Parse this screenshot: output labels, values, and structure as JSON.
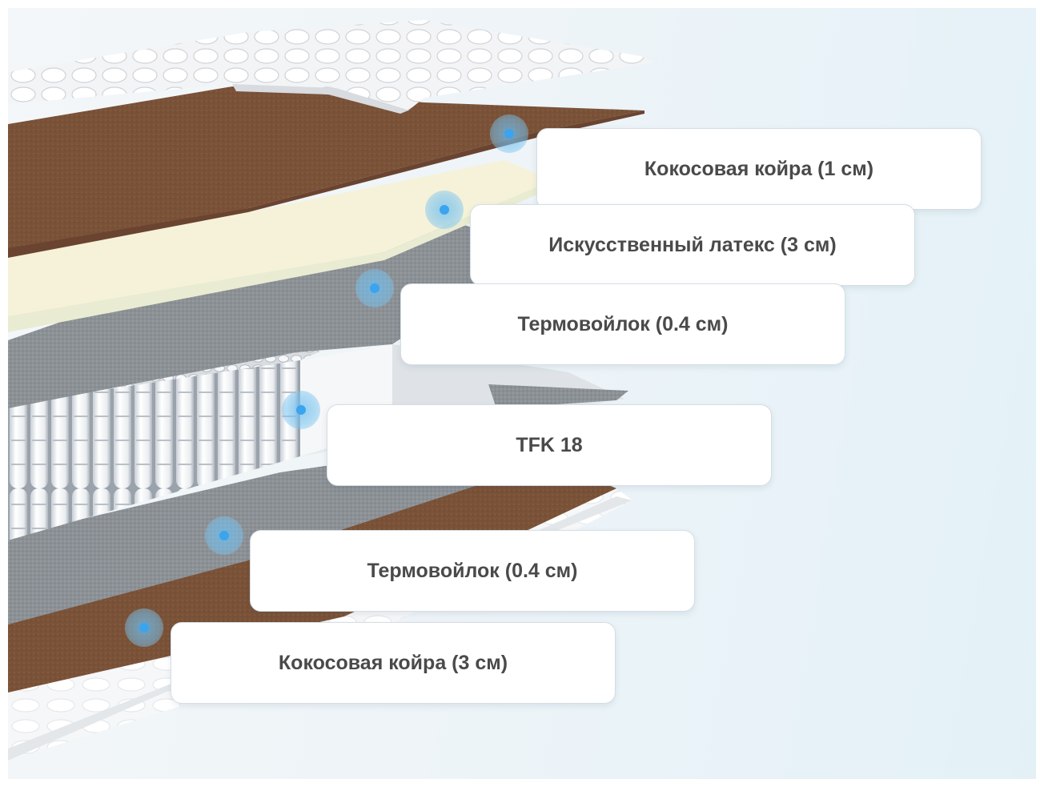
{
  "layers": [
    {
      "id": "coir-top",
      "label": "Кокосовая койра (1 см)"
    },
    {
      "id": "latex",
      "label": "Искусственный латекс (3 см)"
    },
    {
      "id": "felt-top",
      "label": "Термовойлок (0.4 см)"
    },
    {
      "id": "spring-block",
      "label": "TFK 18"
    },
    {
      "id": "felt-bottom",
      "label": "Термовойлок (0.4 см)"
    },
    {
      "id": "coir-bottom",
      "label": "Кокосовая койра (3 см)"
    }
  ],
  "colors": {
    "coir": "#7a5238",
    "latex": "#f5f1d6",
    "felt": "#8a8f94",
    "cover": "#f2f3f5",
    "marker": "#3aa4ee"
  }
}
